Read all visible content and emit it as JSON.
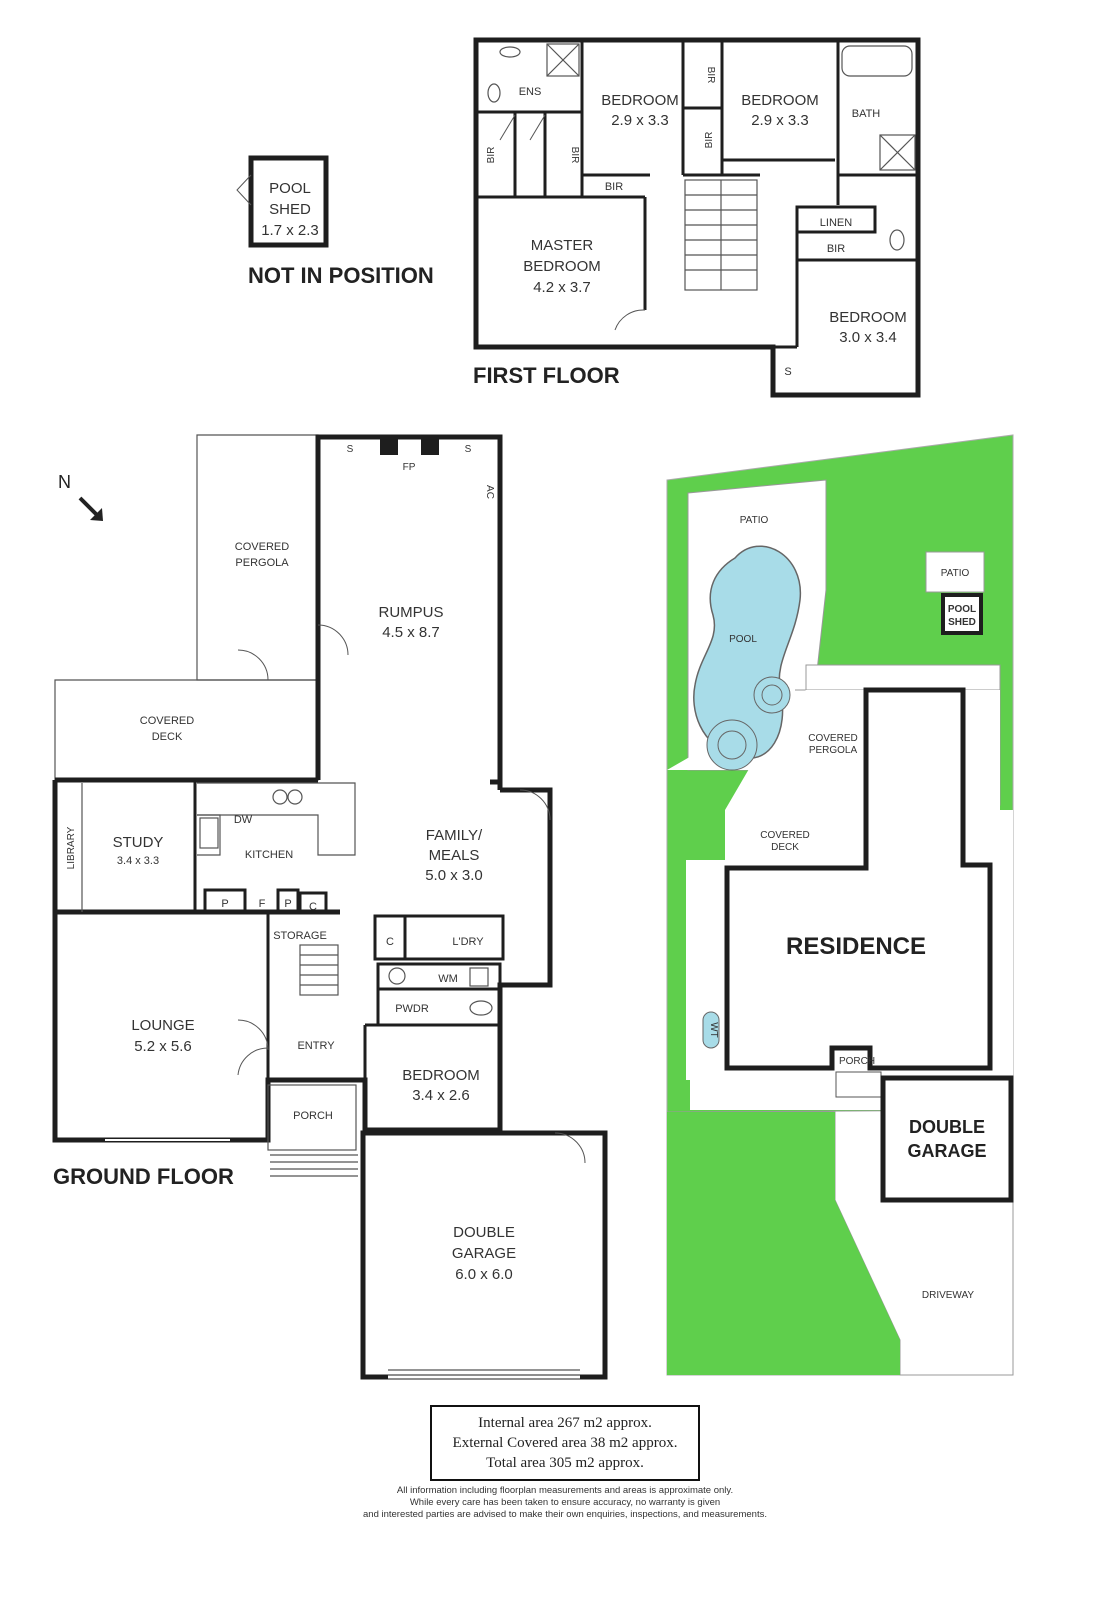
{
  "headings": {
    "first_floor": "FIRST FLOOR",
    "ground_floor": "GROUND FLOOR",
    "not_in_position": "NOT IN POSITION",
    "north": "N"
  },
  "pool_shed_plan": {
    "line1": "POOL",
    "line2": "SHED",
    "size": "1.7 x 2.3"
  },
  "first_floor": {
    "ens": "ENS",
    "bedroom_a": {
      "name": "BEDROOM",
      "size": "2.9 x 3.3"
    },
    "bedroom_b": {
      "name": "BEDROOM",
      "size": "2.9 x 3.3"
    },
    "bath": "BATH",
    "bir": "BIR",
    "linen": "LINEN",
    "master": {
      "line1": "MASTER",
      "line2": "BEDROOM",
      "size": "4.2 x 3.7"
    },
    "bedroom_c": {
      "name": "BEDROOM",
      "size": "3.0 x 3.4"
    },
    "store": "S"
  },
  "ground_floor": {
    "s": "S",
    "fp": "FP",
    "ac": "AC",
    "covered_pergola": {
      "line1": "COVERED",
      "line2": "PERGOLA"
    },
    "rumpus": {
      "name": "RUMPUS",
      "size": "4.5 x 8.7"
    },
    "covered_deck": {
      "line1": "COVERED",
      "line2": "DECK"
    },
    "library": "LIBRARY",
    "study": {
      "name": "STUDY",
      "size": "3.4 x 3.3"
    },
    "dw": "DW",
    "kitchen": "KITCHEN",
    "family": {
      "line1": "FAMILY/",
      "line2": "MEALS",
      "size": "5.0 x 3.0"
    },
    "pantry": "P",
    "fridge": "F",
    "cupboard": "C",
    "storage": "STORAGE",
    "laundry": "L'DRY",
    "wm": "WM",
    "pwdr": "PWDR",
    "lounge": {
      "name": "LOUNGE",
      "size": "5.2 x 5.6"
    },
    "entry": "ENTRY",
    "bedroom": {
      "name": "BEDROOM",
      "size": "3.4 x 2.6"
    },
    "porch": "PORCH",
    "garage": {
      "line1": "DOUBLE",
      "line2": "GARAGE",
      "size": "6.0 x 6.0"
    }
  },
  "site": {
    "patio": "PATIO",
    "pool": "POOL",
    "patio2": "PATIO",
    "pool_shed": {
      "line1": "POOL",
      "line2": "SHED"
    },
    "covered_pergola": {
      "line1": "COVERED",
      "line2": "PERGOLA"
    },
    "covered_deck": {
      "line1": "COVERED",
      "line2": "DECK"
    },
    "residence": "RESIDENCE",
    "wt": "WT",
    "porch": "PORCH",
    "garage": {
      "line1": "DOUBLE",
      "line2": "GARAGE"
    },
    "driveway": "DRIVEWAY"
  },
  "area": {
    "internal": "Internal area 267 m2 approx.",
    "external": "External Covered area 38 m2 approx.",
    "total": "Total area 305 m2 approx."
  },
  "disclaimer": {
    "line1": "All information including floorplan measurements and areas is approximate only.",
    "line2": "While every care has been taken to ensure accuracy, no warranty is given",
    "line3": "and interested parties are advised to make their own enquiries, inspections, and measurements."
  },
  "colors": {
    "lawn": "#5fcf4c",
    "pool": "#a8dce8",
    "paving": "#ffffff",
    "wall": "#1e1e1e"
  }
}
